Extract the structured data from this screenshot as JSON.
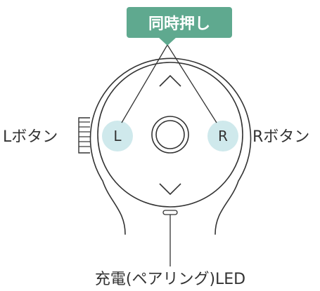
{
  "callout": {
    "label": "同時押し",
    "background_color": "#5fa98f",
    "text_color": "#ffffff"
  },
  "buttons": {
    "left": {
      "letter": "L",
      "label": "Lボタン"
    },
    "right": {
      "letter": "R",
      "label": "Rボタン"
    },
    "highlight_color": "#cfe9ec"
  },
  "led": {
    "label": "充電(ペアリング)LED"
  },
  "icons": {
    "up": "chevron-up-icon",
    "down": "chevron-down-icon",
    "center": "center-ring-icon",
    "side": "side-wheel-icon"
  },
  "line_color": "#333333"
}
